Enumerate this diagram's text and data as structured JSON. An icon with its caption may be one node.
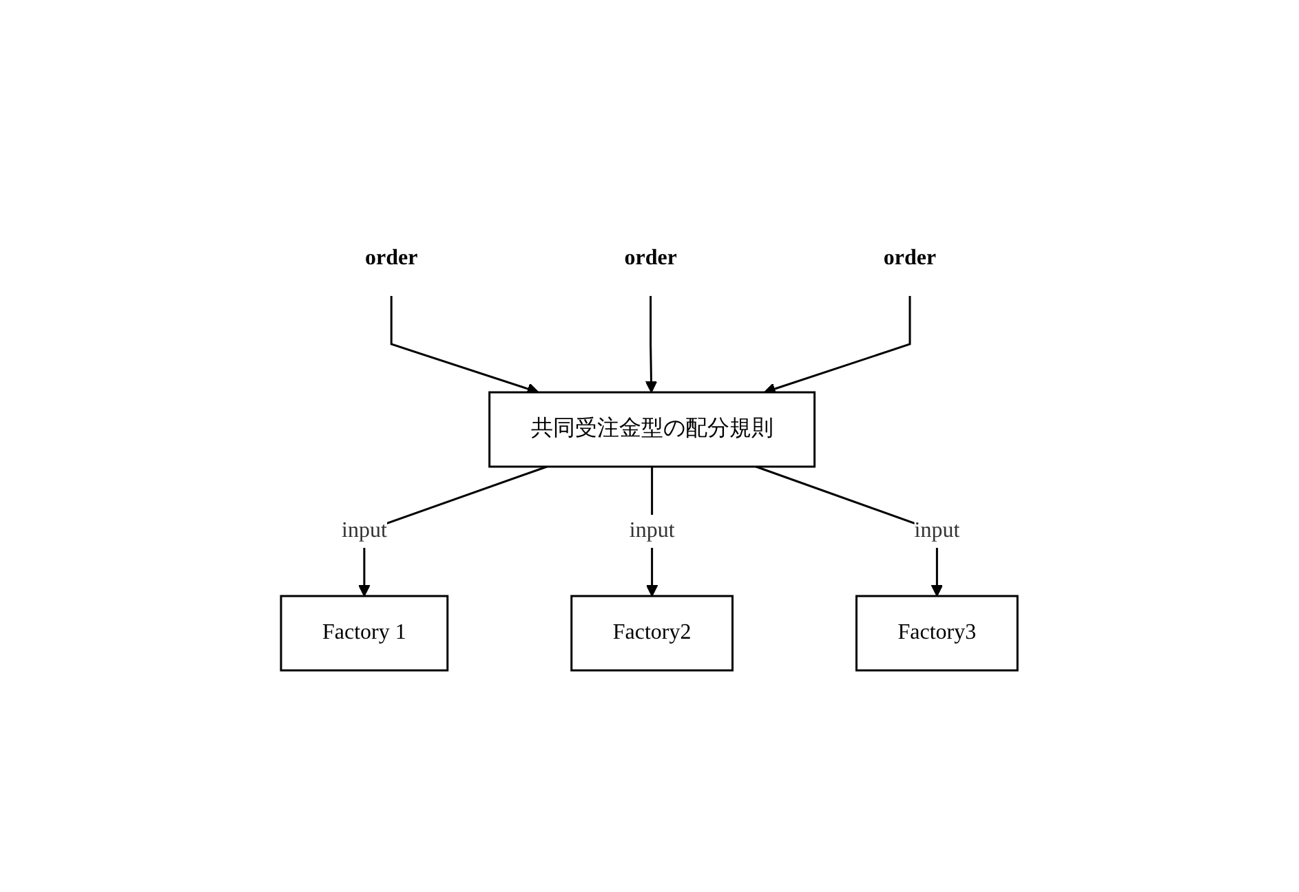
{
  "diagram": {
    "nodes": [
      {
        "text": [
          "order"
        ]
      },
      {
        "text": [
          "order"
        ]
      },
      {
        "text": [
          "order"
        ]
      },
      {
        "text": [
          "共同受注金型の配分規則"
        ]
      },
      {
        "text": [
          "Factory 1"
        ]
      },
      {
        "text": [
          "Factory2"
        ]
      },
      {
        "text": [
          "Factory3"
        ]
      }
    ],
    "edges": [
      {
        "from": 0,
        "to": 3,
        "arrow": "to"
      },
      {
        "from": 1,
        "to": 3,
        "arrow": "to"
      },
      {
        "from": 2,
        "to": 3,
        "arrow": "to"
      },
      {
        "from": 3,
        "to": 4,
        "label": "input",
        "arrow": "to"
      },
      {
        "from": 3,
        "to": 5,
        "label": "input",
        "arrow": "to"
      },
      {
        "from": 3,
        "to": 6,
        "label": "input",
        "arrow": "to"
      }
    ]
  }
}
